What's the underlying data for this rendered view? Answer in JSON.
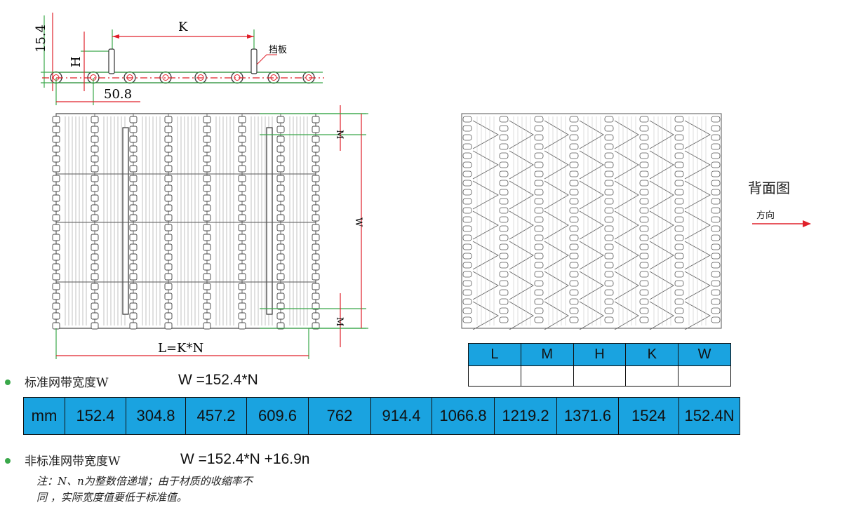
{
  "side_view": {
    "dim_15_4": "15.4",
    "dim_K": "K",
    "dim_H": "H",
    "dim_50_8": "50.8",
    "flight_label": "挡板"
  },
  "top_view": {
    "dim_M_top": "M",
    "dim_M_bottom": "M",
    "dim_W": "W",
    "dim_L": "L=K*N"
  },
  "back_view": {
    "title": "背面图",
    "direction_label": "方向"
  },
  "params_table": {
    "headers": [
      "L",
      "M",
      "H",
      "K",
      "W"
    ],
    "values": [
      "",
      "",
      "",
      "",
      ""
    ]
  },
  "standard": {
    "label": "标准网带宽度W",
    "formula": "W =152.4*N"
  },
  "width_table": {
    "cells": [
      "mm",
      "152.4",
      "304.8",
      "457.2",
      "609.6",
      "762",
      "914.4",
      "1066.8",
      "1219.2",
      "1371.6",
      "1524",
      "152.4N"
    ]
  },
  "nonstandard": {
    "label": "非标准网带宽度W",
    "formula": "W =152.4*N +16.9n"
  },
  "note": {
    "line1": "注：N、n为整数倍递增；由于材质的收缩率不",
    "line2": "同 ，实际宽度值要低于标准值。"
  },
  "colors": {
    "table_blue": "#1aa3e0",
    "dim_green": "#3aa84a",
    "dim_red": "#e0202a"
  }
}
